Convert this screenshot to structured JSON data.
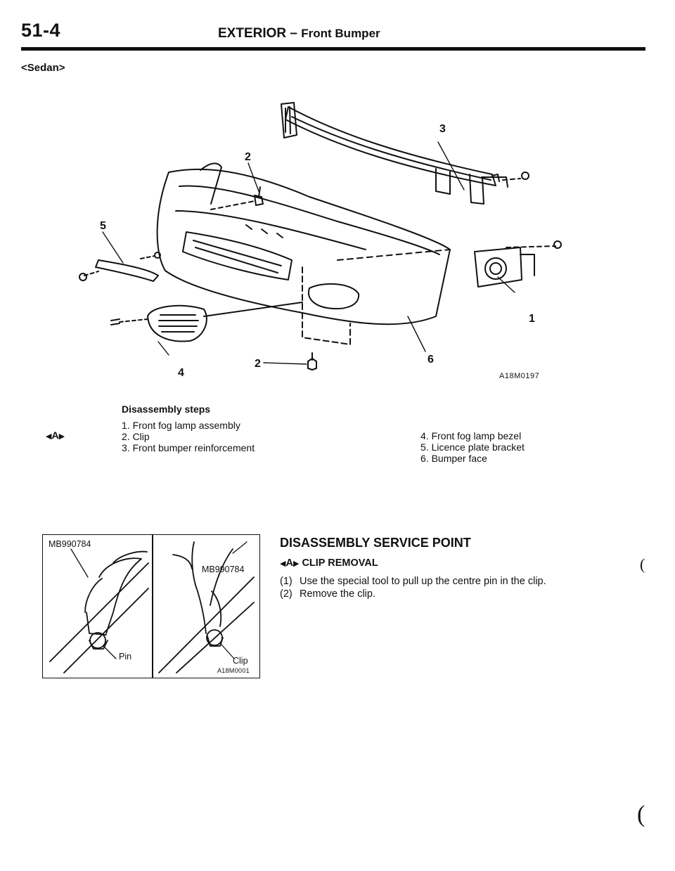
{
  "header": {
    "page_number": "51-4",
    "section": "EXTERIOR",
    "dash": " – ",
    "subsection": "Front Bumper"
  },
  "variant": "<Sedan>",
  "diagram": {
    "callouts": [
      "1",
      "2",
      "2",
      "3",
      "4",
      "5",
      "6"
    ],
    "figure_code": "A18M0197"
  },
  "disassembly": {
    "heading": "Disassembly steps",
    "reference_mark": "A",
    "left_steps": [
      "1. Front fog lamp assembly",
      "2. Clip",
      "3. Front bumper reinforcement"
    ],
    "right_steps": [
      "4. Front fog lamp bezel",
      "5. Licence plate bracket",
      "6. Bumper face"
    ]
  },
  "inset": {
    "tool_left": "MB990784",
    "tool_right": "MB990784",
    "pin_label": "Pin",
    "clip_label": "Clip",
    "figure_code": "A18M0001"
  },
  "service_point": {
    "heading": "DISASSEMBLY SERVICE POINT",
    "mark": "A",
    "subheading": "CLIP REMOVAL",
    "steps": [
      {
        "num": "(1)",
        "text": "Use the special tool to pull up the centre pin in the clip."
      },
      {
        "num": "(2)",
        "text": "Remove the clip."
      }
    ]
  },
  "colors": {
    "ink": "#111111",
    "paper": "#ffffff"
  }
}
